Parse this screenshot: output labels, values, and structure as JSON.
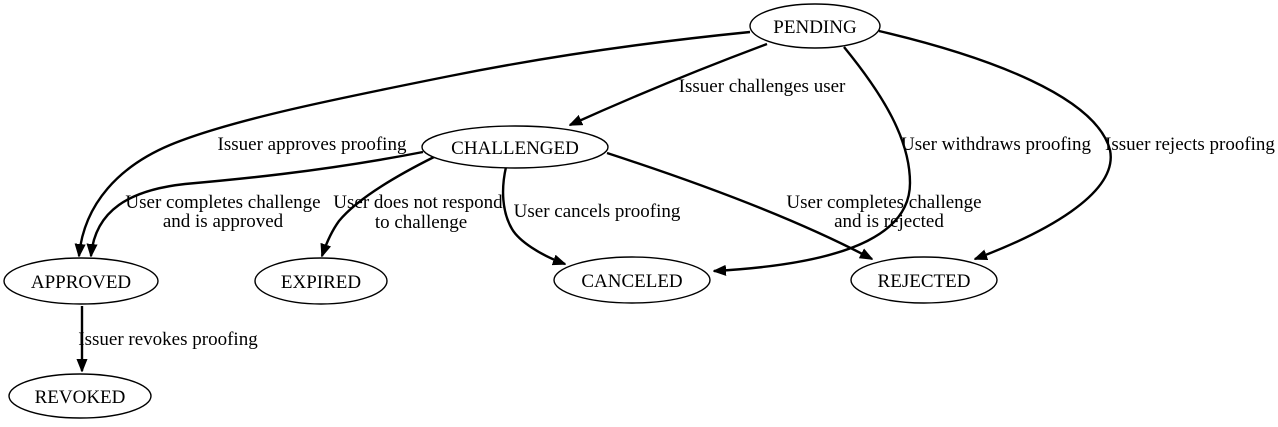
{
  "diagram": {
    "title": "Proofing state transition diagram",
    "background_color": "#ffffff",
    "node_fill_color": "#ffffff",
    "line_color": "#000000",
    "text_color": "#000000",
    "nodes": [
      {
        "id": "pending",
        "label": "PENDING"
      },
      {
        "id": "challenged",
        "label": "CHALLENGED"
      },
      {
        "id": "approved",
        "label": "APPROVED"
      },
      {
        "id": "expired",
        "label": "EXPIRED"
      },
      {
        "id": "canceled",
        "label": "CANCELED"
      },
      {
        "id": "rejected",
        "label": "REJECTED"
      },
      {
        "id": "revoked",
        "label": "REVOKED"
      }
    ],
    "edges": [
      {
        "from": "PENDING",
        "to": "CHALLENGED",
        "label_lines": [
          "Issuer challenges user"
        ]
      },
      {
        "from": "PENDING",
        "to": "APPROVED",
        "label_lines": [
          "Issuer approves proofing"
        ]
      },
      {
        "from": "CHALLENGED",
        "to": "APPROVED",
        "label_lines": [
          "User completes challenge",
          "and is approved"
        ]
      },
      {
        "from": "CHALLENGED",
        "to": "EXPIRED",
        "label_lines": [
          "User does not respond",
          "to challenge"
        ]
      },
      {
        "from": "CHALLENGED",
        "to": "CANCELED",
        "label_lines": [
          "User cancels proofing"
        ]
      },
      {
        "from": "CHALLENGED",
        "to": "REJECTED",
        "label_lines": [
          "User completes challenge",
          "and is rejected"
        ]
      },
      {
        "from": "PENDING",
        "to": "CANCELED",
        "label_lines": [
          "User withdraws proofing"
        ]
      },
      {
        "from": "PENDING",
        "to": "REJECTED",
        "label_lines": [
          "Issuer rejects proofing"
        ]
      },
      {
        "from": "APPROVED",
        "to": "REVOKED",
        "label_lines": [
          "Issuer revokes proofing"
        ]
      }
    ]
  }
}
